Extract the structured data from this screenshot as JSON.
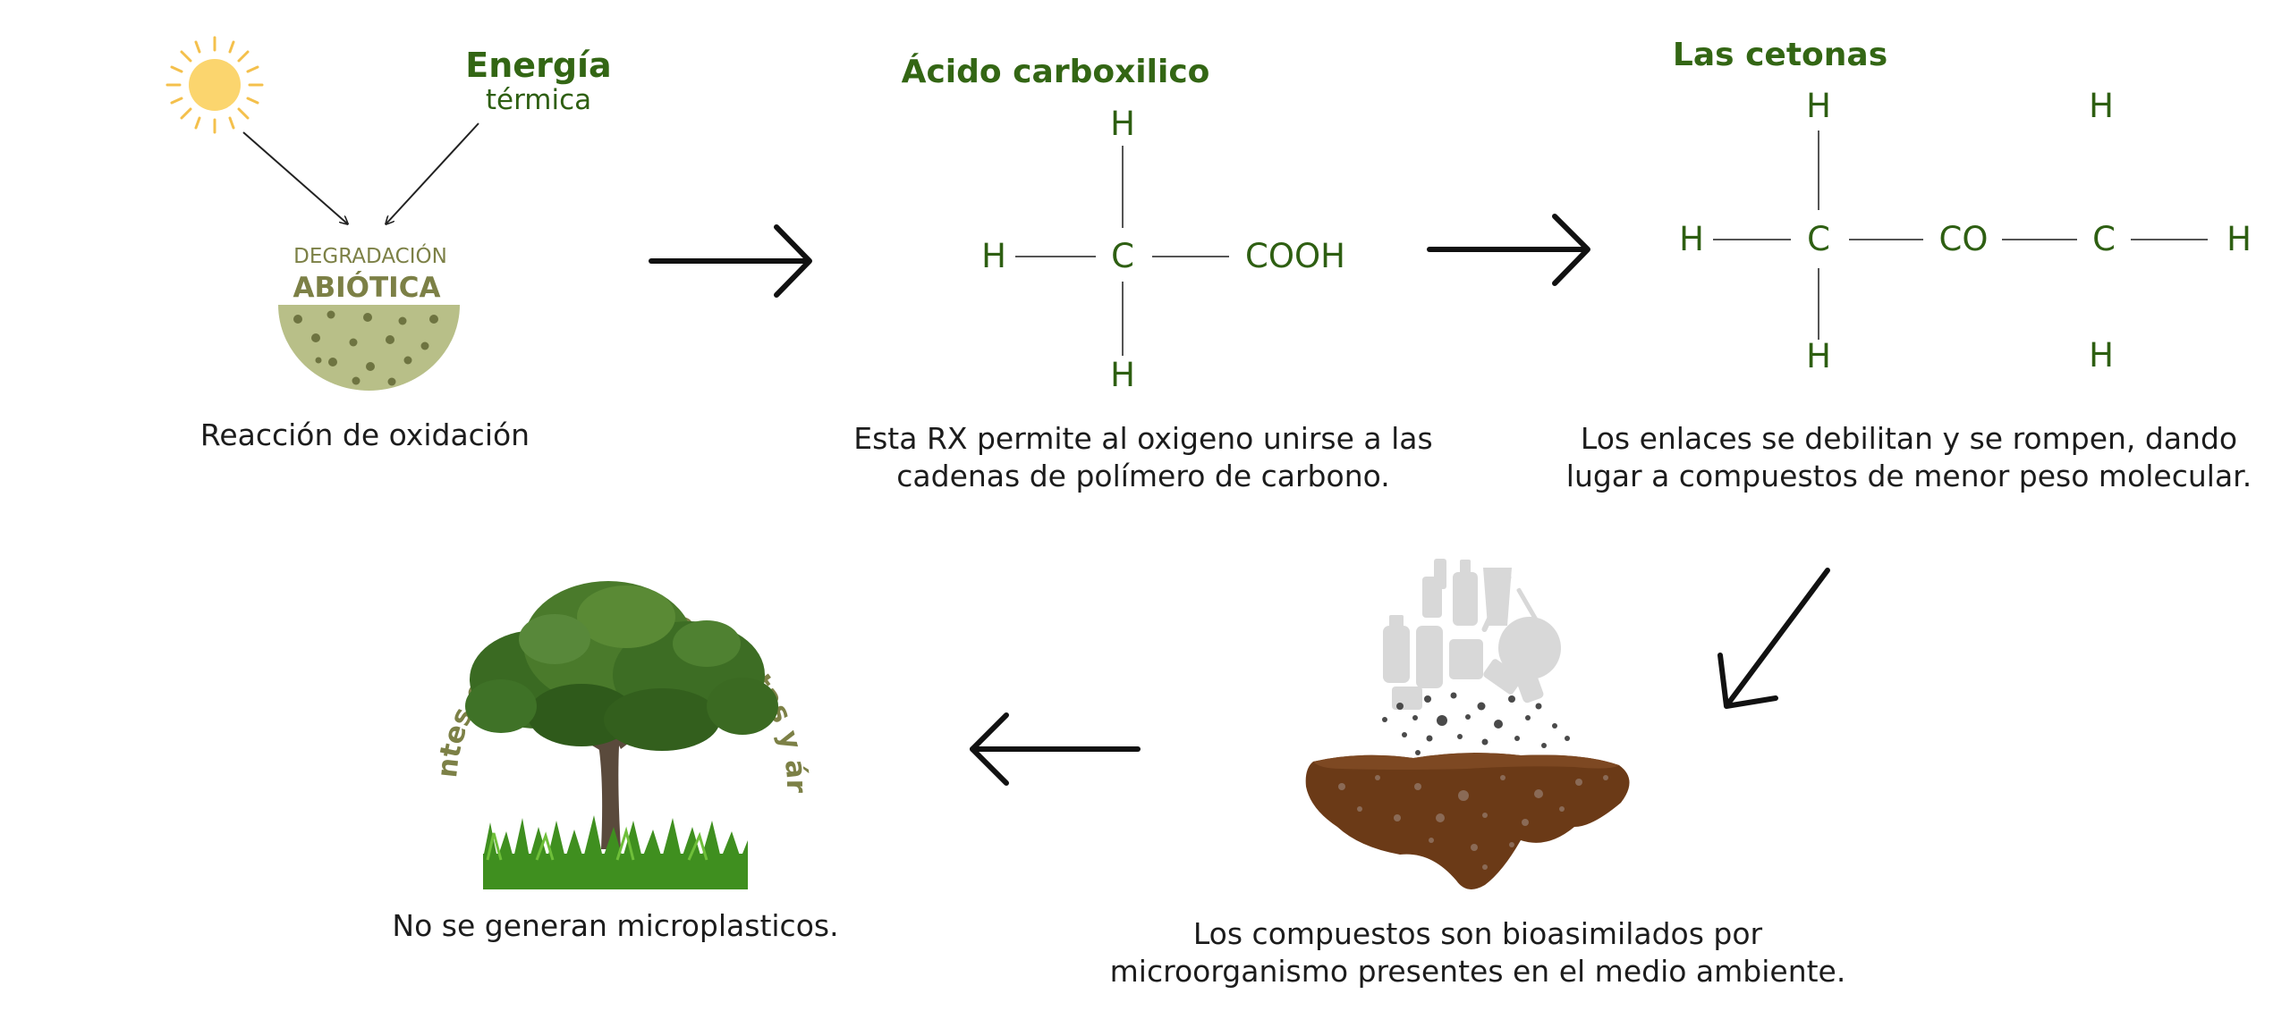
{
  "oxidation": {
    "energy_title": "Energía",
    "energy_subtitle": "térmica",
    "degradation_line1": "DEGRADACIÓN",
    "degradation_line2": "ABIÓTICA",
    "caption": "Reacción de oxidación"
  },
  "carboxylic": {
    "title": "Ácido carboxilico",
    "atoms": {
      "top": "H",
      "left": "H",
      "center": "C",
      "right": "COOH",
      "bottom": "H"
    },
    "caption_line1": "Esta RX permite al oxigeno unirse a las",
    "caption_line2": "cadenas de polímero de carbono."
  },
  "ketones": {
    "title": "Las cetonas",
    "atoms": {
      "left_h": "H",
      "c1": "C",
      "co": "CO",
      "c2": "C",
      "right_h": "H",
      "c1_top": "H",
      "c1_bottom": "H",
      "c2_top": "H",
      "c2_bottom": "H"
    },
    "caption_line1": "Los enlaces se debilitan y se rompen, dando",
    "caption_line2": "lugar a compuestos de menor peso molecular."
  },
  "bioassimilation": {
    "caption_line1": "Los compuestos son bioasimilados por",
    "caption_line2": "microorganismo presentes en el medio ambiente."
  },
  "nutrients": {
    "arc_text": "Nutrientes esenciales para plantas y árboles",
    "caption": "No se generan microplasticos."
  },
  "colors": {
    "title_green": "#336614",
    "molecule_green": "#2e5f12",
    "olive": "#7c8046",
    "soil_bowl": "#b8bf88",
    "soil_brown": "#6b3a17",
    "sun": "#fbd56e"
  }
}
